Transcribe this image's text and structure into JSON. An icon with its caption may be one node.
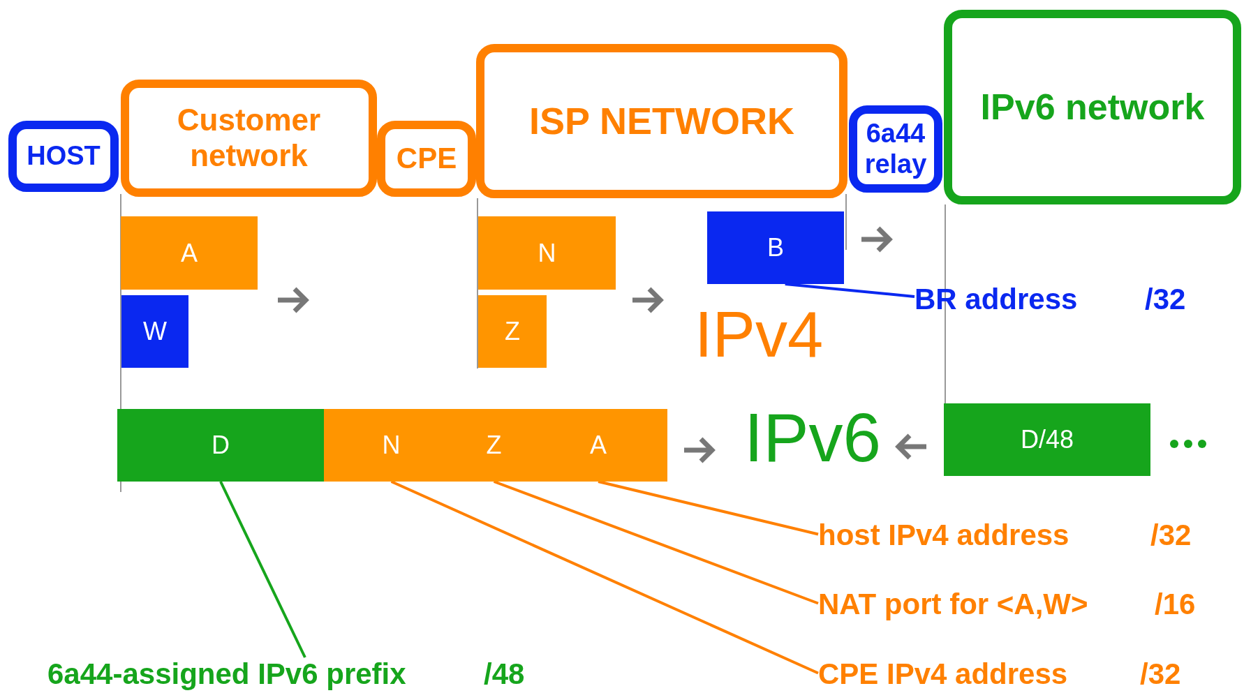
{
  "diagram": {
    "nodes": [
      {
        "text": [
          "HOST"
        ]
      },
      {
        "text": [
          "Customer network"
        ]
      },
      {
        "text": [
          "CPE"
        ]
      },
      {
        "text": [
          "ISP NETWORK"
        ]
      },
      {
        "text": [
          "6a44 relay"
        ]
      },
      {
        "text": [
          "IPv6 network"
        ]
      },
      {
        "text": [
          "A"
        ]
      },
      {
        "text": [
          "W"
        ]
      },
      {
        "text": [
          "N"
        ]
      },
      {
        "text": [
          "Z"
        ]
      },
      {
        "text": [
          "B"
        ]
      },
      {
        "text": [
          "D"
        ]
      },
      {
        "text": [
          "N"
        ]
      },
      {
        "text": [
          "Z"
        ]
      },
      {
        "text": [
          "A"
        ]
      },
      {
        "text": [
          "D/48"
        ]
      },
      {
        "text": [
          "BR address",
          "/32"
        ]
      },
      {
        "text": [
          "host IPv4 address",
          "/32"
        ]
      },
      {
        "text": [
          "NAT port for <A,W>",
          "/16"
        ]
      },
      {
        "text": [
          "CPE IPv4 address",
          "/32"
        ]
      },
      {
        "text": [
          "6a44-assigned IPv6 prefix",
          "/48"
        ]
      }
    ],
    "edges": [
      {
        "from": 16,
        "to": 10,
        "arrow": "none",
        "color": "#0a28f0"
      },
      {
        "from": 17,
        "to": 14,
        "arrow": "none"
      },
      {
        "from": 18,
        "to": 13,
        "arrow": "none"
      },
      {
        "from": 19,
        "to": 12,
        "arrow": "none"
      },
      {
        "from": 20,
        "to": 11,
        "arrow": "none",
        "color": "#16a51c"
      }
    ],
    "labels": [
      "IPv4",
      "IPv6"
    ]
  }
}
